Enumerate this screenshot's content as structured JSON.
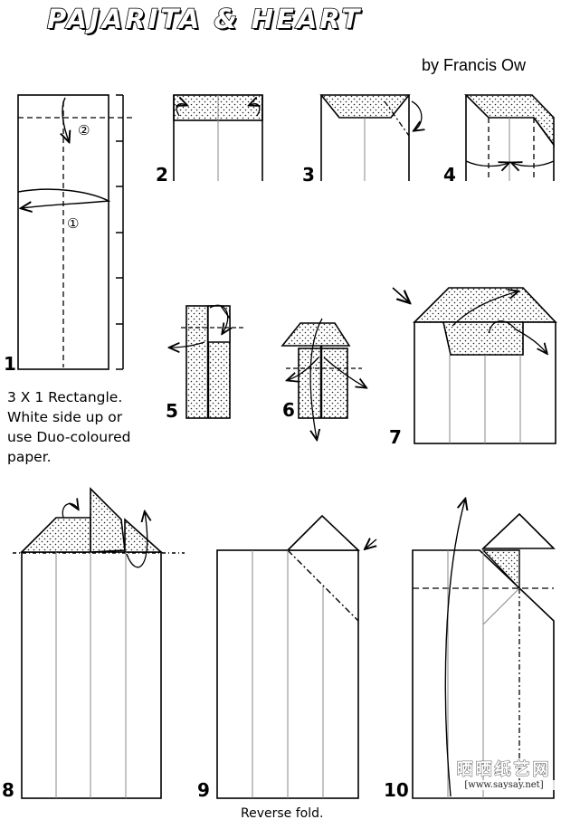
{
  "header": {
    "title": "PAJARITA & HEART",
    "author": "by Francis Ow"
  },
  "steps": [
    {
      "number": "1"
    },
    {
      "number": "2"
    },
    {
      "number": "3"
    },
    {
      "number": "4"
    },
    {
      "number": "5"
    },
    {
      "number": "6"
    },
    {
      "number": "7"
    },
    {
      "number": "8"
    },
    {
      "number": "9"
    },
    {
      "number": "10"
    }
  ],
  "step1": {
    "markers": [
      "②",
      "①"
    ],
    "instructions": [
      "3 X 1 Rectangle.",
      "White side up or",
      "use Duo-coloured",
      "paper."
    ]
  },
  "step9": {
    "caption": "Reverse fold."
  },
  "watermark": {
    "chinese": "晒晒纸艺网",
    "url": "[www.saysay.net]"
  },
  "colors": {
    "ink": "#000000",
    "paper": "#ffffff",
    "dot": "#222222",
    "crease": "#888888"
  }
}
